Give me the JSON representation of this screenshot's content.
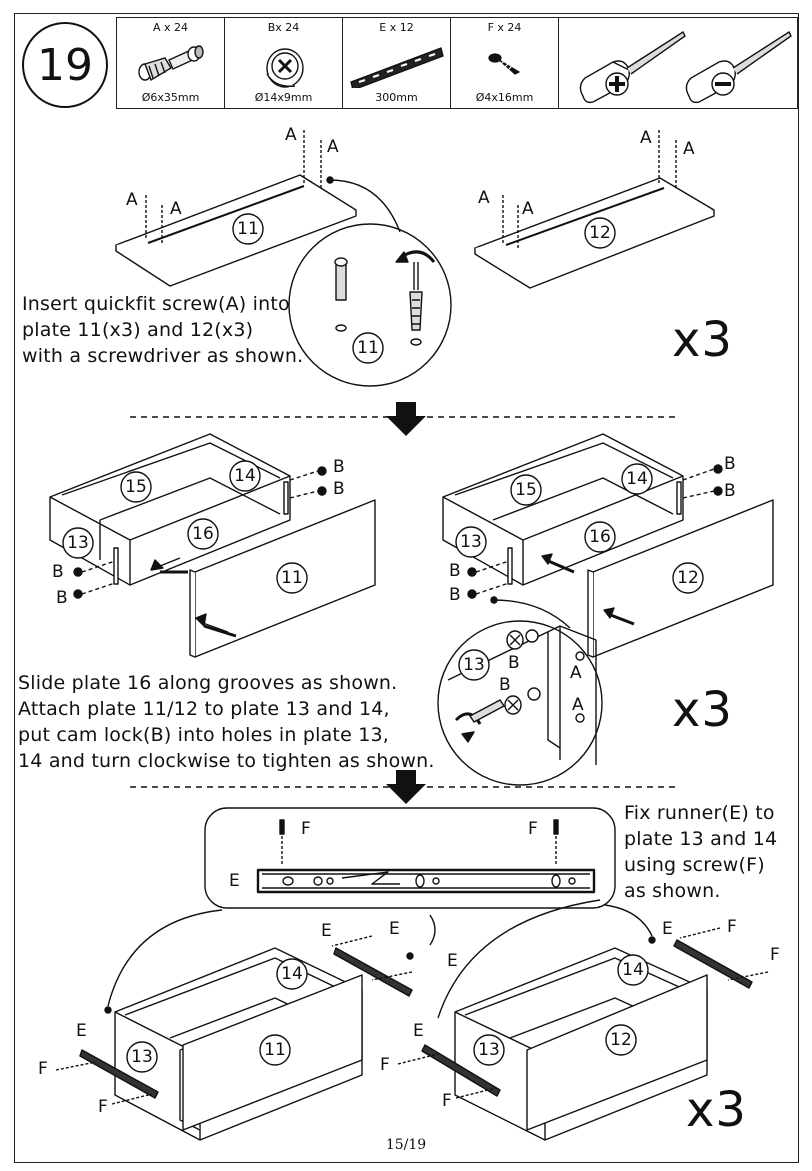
{
  "step": {
    "number": "19"
  },
  "parts": [
    {
      "qty": "A x 24",
      "dim": "Ø6x35mm",
      "icon": "quickfit-screw-icon"
    },
    {
      "qty": "Bx 24",
      "dim": "Ø14x9mm",
      "icon": "cam-lock-icon"
    },
    {
      "qty": "E x 12",
      "dim": "300mm",
      "icon": "runner-icon"
    },
    {
      "qty": "F x 24",
      "dim": "Ø4x16mm",
      "icon": "screw-icon"
    }
  ],
  "tools": [
    "phillips-screwdriver-icon",
    "flathead-screwdriver-icon"
  ],
  "section1": {
    "instruction": [
      "Insert quickfit screw(A) into",
      "plate 11(x3) and 12(x3)",
      "with a screwdriver as shown."
    ],
    "multiplier": "x3",
    "part_a": "A",
    "plate_left": "11",
    "plate_right": "12",
    "detail_plate": "11"
  },
  "section2": {
    "instruction": [
      "Slide plate 16 along grooves as shown.",
      "Attach plate 11/12 to plate 13 and 14,",
      "put cam lock(B) into holes in plate 13,",
      "14 and turn clockwise to tighten as shown."
    ],
    "multiplier": "x3",
    "part_a": "A",
    "part_b": "B",
    "back": "15",
    "side_right": "14",
    "bottom": "16",
    "side_left": "13",
    "front_left": "11",
    "front_right": "12",
    "detail_plate": "13"
  },
  "section3": {
    "instruction": [
      "Fix runner(E) to",
      "plate 13 and 14",
      "using screw(F)",
      "as shown."
    ],
    "multiplier": "x3",
    "part_e": "E",
    "part_f": "F",
    "side_left": "13",
    "side_right": "14",
    "front_left": "11",
    "front_right": "12"
  },
  "page": {
    "number": "15/19"
  }
}
